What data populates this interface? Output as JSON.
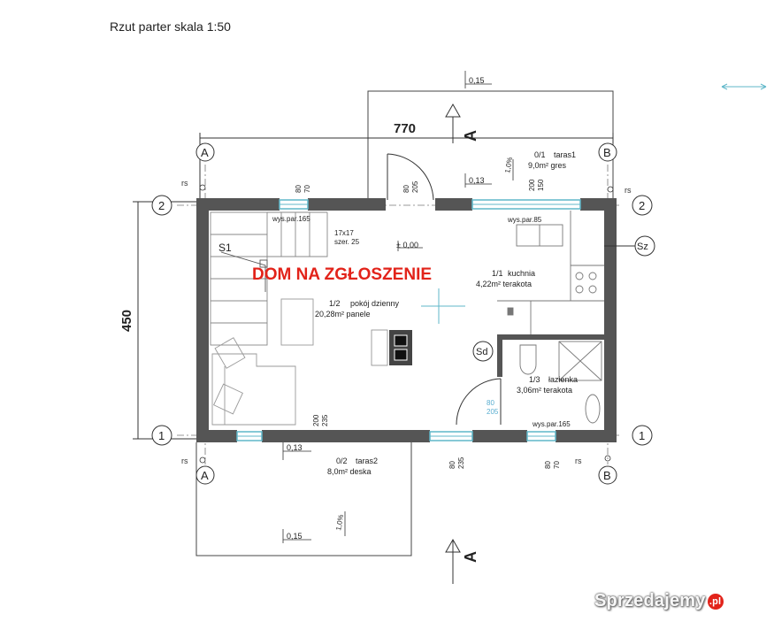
{
  "title": "Rzut parter skala 1:50",
  "dimensions": {
    "width": "770",
    "height": "450"
  },
  "section_mark": "A",
  "axes": {
    "a": "A",
    "b": "B",
    "one": "1",
    "two": "2",
    "rs": "rs"
  },
  "stairs": {
    "label": "S1",
    "steps": "17x17",
    "width": "szer. 25",
    "sill": "wys.par.165"
  },
  "stamp": {
    "text": "DOM NA ZGŁOSZENIE",
    "color": "#e2231a"
  },
  "levels": {
    "entrance": "0,15",
    "step_top": "0,13",
    "floor": "± 0,00",
    "step_bottom": "0,13",
    "terrace_bottom": "0,15"
  },
  "slopes": {
    "top": "1,0%",
    "bottom": "1,0%"
  },
  "rooms": {
    "taras1": {
      "number": "0/1",
      "name": "taras1",
      "area": "9,0m² gres"
    },
    "kuchnia": {
      "number": "1/1",
      "name": "kuchnia",
      "area": "4,22m² terakota"
    },
    "pokoj": {
      "number": "1/2",
      "name": "pokój dzienny",
      "area": "20,28m² panele"
    },
    "lazienka": {
      "number": "1/3",
      "name": "łazienka",
      "area": "3,06m² terakota"
    },
    "taras2": {
      "number": "0/2",
      "name": "taras2",
      "area": "8,0m² deska"
    }
  },
  "openings": {
    "top_window1": {
      "w": "80",
      "h": "70"
    },
    "entry_door": {
      "w": "80",
      "h": "205"
    },
    "top_window2": {
      "w": "200",
      "h": "150"
    },
    "kitchen_sill": "wys.par.85",
    "bath_door": {
      "w": "80",
      "h": "205"
    },
    "bottom_window1": {
      "w": "200",
      "h": "235"
    },
    "terrace_door": {
      "w": "80",
      "h": "235"
    },
    "bottom_window2": {
      "w": "80",
      "h": "70"
    },
    "bath_sill": "wys.par.165"
  },
  "tags": {
    "chimney": "Sz",
    "vent": "Sd"
  },
  "watermark": {
    "brand": "Sprzedajemy",
    "suffix": ".pl"
  },
  "colors": {
    "wall": "#555555",
    "line": "#333333",
    "window": "#5fb7c9",
    "stamp": "#e2231a",
    "door_label": "#5aaed0"
  }
}
